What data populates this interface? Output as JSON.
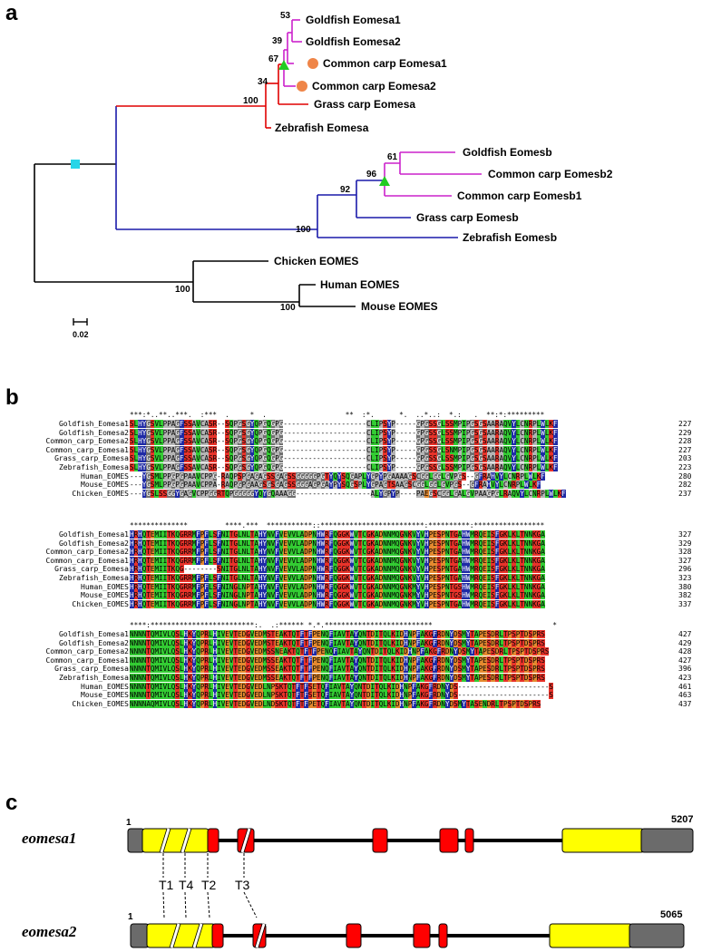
{
  "panels": [
    "a",
    "b",
    "c"
  ],
  "tree": {
    "leaves": [
      "Goldfish Eomesa1",
      "Goldfish Eomesa2",
      "Common carp Eomesa1",
      "Common carp Eomesa2",
      "Grass carp Eomesa",
      "Zebrafish Eomesa",
      "Goldfish Eomesb",
      "Common carp Eomesb2",
      "Common carp Eomesb1",
      "Grass carp Eomesb",
      "Zebrafish Eomesb",
      "Chicken EOMES",
      "Human EOMES",
      "Mouse EOMES"
    ],
    "bootstrap": [
      "53",
      "39",
      "67",
      "34",
      "100",
      "61",
      "96",
      "92",
      "100",
      "100",
      "100"
    ],
    "scale_label": "0.02",
    "colors": {
      "eomesa": "#e00000",
      "eomesb": "#1a1aaa",
      "teleost_dup": "#cc22cc",
      "other": "#000000",
      "marker_square": "#27d5e8",
      "marker_triangle": "#22cc22",
      "marker_circle": "#ef8548"
    }
  },
  "alignment": {
    "blocks": [
      {
        "conservation": "***:*..**..***.  :***  .     *  .                   **  :*.      *.  ..*..:  *.:   .  **:*:*********",
        "rows": [
          {
            "name": "Goldfish_Eomesa1",
            "seq": "SLHYGSVLPPAGFSSAVCASR--SQPGSGYQPGQGPG--------------------CLIPSYP-----GPGSSGLSSMPIPGSGSAARAQVYLCNRPLWLKF",
            "end": "227"
          },
          {
            "name": "Goldfish_Eomesa2",
            "seq": "SLHYGSVLPPAGFSSAVCASR--SQPGSGYQPGQGPG--------------------CLIPSYP-----GPGSSGLSSMPIPGSGSAARAQVYLCNRPLWLKF",
            "end": "229"
          },
          {
            "name": "Common_carp_Eomesa2",
            "seq": "SLHYGSVLPPAGFSSAVCASR--SQPGSGYQPGQGPG--------------------CLIPSYP-----GPGSSGLSSMPIPGSGSAARAQVYLCNRPLWLKF",
            "end": "228"
          },
          {
            "name": "Common_carp_Eomesa1",
            "seq": "SLHYGSVLPPAGFSSAVCASR--SQPGSGYQPGQGPG--------------------CLIPSYP-----GPGSSGLSNMPIPGSGSAARAQVYLCNRPLWLKF",
            "end": "227"
          },
          {
            "name": "Grass_carp_Eomesa",
            "seq": "SLHYGSVLPPAGFSSAVCASR--SQPGSGYQPGQGPG--------------------CLIPSYP-----GPGSSGLSSMPIPGSGSAARAQVYLCNRPLWLKF",
            "end": "203"
          },
          {
            "name": "Zebrafish_Eomesa",
            "seq": "SLHYGSVLPPAGFSSAVCASR--SQPGSGYQPGQGPG--------------------CLIPSYP-----GPGSSGLSSMPIPGSGSAARAQVYLCNRPLWLKF",
            "end": "223"
          },
          {
            "name": "Human_EOMES",
            "seq": "---YGSMLPPGPGPAAVCPPG-RAQPSPGAGAGSSGAGSSGGGGGPGTYQYSQGAPLYGPYPGAAAAGSCGGLGGLGVPGS--GFRAHVYLCNRPLWLKF",
            "end": "280"
          },
          {
            "name": "Mouse_EOMES",
            "seq": "---YGSMLPPGPGPAAVCPPA-RAQPGPGAAGSGSGAGSSGGGAGPGAYPYSQGSPLYGPAGTSAAGSCGGLGGLGVPGS--GFRAHVYLCNRPLWLKF",
            "end": "282"
          },
          {
            "name": "Chicken_EOMES",
            "seq": "---YGSLSSGGYGAGVCPPGGRTQPGGGGGYQYGQAAAGG------------------ALYGPYP----PAEGSCGGLGALGVPAAGPGLRAQVYLCNRPLWLKF",
            "end": "237"
          }
        ]
      },
      {
        "conservation": "**************         ****.***  ***********::*************************:**********:*****************",
        "rows": [
          {
            "name": "Goldfish_Eomesa1",
            "seq": "HRHQTEMIITKQGRRMFPFLSFNITGLNLTAHYNVFVEVVLADPNHWRFQGGKWVTCGKADNNMQGNKVYVHPESPNTGAHWMRQEISFGKLKLTNNKGA",
            "end": "327"
          },
          {
            "name": "Goldfish_Eomesa2",
            "seq": "HRHQTEMIITKQGRRMFPFLSFNITGLNLTAHYNVFVEVVLADPNHWRFQGGKWVTCGKADNNMQGNKVYVHPESPNTGAHWMRQEISFGKLKLTNNKGA",
            "end": "329"
          },
          {
            "name": "Common_carp_Eomesa2",
            "seq": "HRHQTEMIITKQGRRMFPFLSFNITGLNLTAHYNVFVEVVLADPNHWRFQGGKWVTCGKADNNMQGNKVYVHPESPNTGAHWMRQEISFGKLKLTNNKGA",
            "end": "328"
          },
          {
            "name": "Common_carp_Eomesa1",
            "seq": "HRHQTEMIITKQGRRMFPFLSFNITGLNLTAHYNVFVEVVLADPNHWRFQGGKWVTCGKADNNMQGNKVYVHPESPNTGAHWMRQEISFGKLKLTNNKGA",
            "end": "327"
          },
          {
            "name": "Grass_carp_Eomesa",
            "seq": "HRHQTEMIITKQG--------SNITGLNLTAHYNVFVEVVLADPNHWRFQGGKWVTCGKADNNMQGNKVYVHPESPNTGAHWMRQEISFGKLKLTNNKGA",
            "end": "296"
          },
          {
            "name": "Zebrafish_Eomesa",
            "seq": "HRHQTEMIITKQGRRMFPFLSFNITGLNLTAHYNVFVEVVLADPNHWRFQGGKWVTCGKADNNMQGNKVYVHPESPNTGAHWMRQEISFGKLKLTNNKGA",
            "end": "323"
          },
          {
            "name": "Human_EOMES",
            "seq": "HRHQTEMIITKQGRRMFPFLSFNINGLNPTAHYNVFVEVVLADPNHWRFQGGKWVTCGKADNNMQGNKMYVHPESPNTGSHWMRQEISFGKLKLTNNKGA",
            "end": "380"
          },
          {
            "name": "Mouse_EOMES",
            "seq": "HRHQTEMIITKQGRRMFPFLSFNINGLNPTAHYNVFVEVVLADPNHWRFQGGKWVTCGKADNNMQGNKMYVHPESPNTGSHWMRQEISFGKLKLTNNKGA",
            "end": "382"
          },
          {
            "name": "Chicken_EOMES",
            "seq": "HRHQTEMIITKQGRRMFPFLSFNINGLNPTAHYNVFVEVVLADPNHWRFQGGKWVTCGKADNNMQGNKMYVHPESPNTGAHWMRQEISFGKLKLTNNKGA",
            "end": "337"
          }
        ]
      },
      {
        "conservation": "****:*************************:.  .:****** *.*.**************************                             *",
        "rows": [
          {
            "name": "Goldfish_Eomesa1",
            "seq": "NNNNTQMIVLQSLHKYQPRLHIVEVTEDGVEDMSTEAKTQTFTFPENQFIAVTAYQNTDITQLKIDHNPFAKGFRDNYDSMYTAPESDRLTPSPTDSPRS",
            "end": "427"
          },
          {
            "name": "Goldfish_Eomesa2",
            "seq": "NNNNTQMIVLQSLHKYQPRLHIVEVTEDGVEDMSTEAKTQTFTFPENQFIAVTAYQNTDITQLKIDHNPFAKGFRDNYDSMYTAPESDRLTPSPTDSPRS",
            "end": "429"
          },
          {
            "name": "Common_carp_Eomesa2",
            "seq": "NNNNTQMIVLQSLHKYQPRLHIVEVTEDGVEDMSSNEAKTQTFTFPENQFIAVTAYQNTDITQLKIDHNPFAKGFRDNYDSMYTAPESDRLTPSPTDSPRS",
            "end": "428"
          },
          {
            "name": "Common_carp_Eomesa1",
            "seq": "NNNNTQMIVLQSLHKYQPRLHIVEVTEDGVEDMSSEAKTQTFTFPENQFIAVTAYQNTDITQLKIDHNPFAKGFRDNYDSMYTAPESDRLTPSPTDSPRS",
            "end": "427"
          },
          {
            "name": "Grass_carp_Eomesa",
            "seq": "NNNNTQMIVLQSLHKYQPRLHIVEVTEDGVEDMSSEAKTQTFTFPENQFIAVTAYQNTDITQLKIDHNPFAKGFRDNYDSMYTAPESDRLTPSPTDSPRS",
            "end": "396"
          },
          {
            "name": "Zebrafish_Eomesa",
            "seq": "NNNNTQMIVLQSLHKYQPRLHIVEVTEDGVEDMSSEAKTQTFTFPENQFIAVTAYQNTDITQLKIDHNPFAKGFRDNYDSMYTAPESDRLTPSPTDSPRS",
            "end": "423"
          },
          {
            "name": "Human_EOMES",
            "seq": "NNNNTQMIVLQSLHKYQPRLHIVEVTEDGVEDLNPSKTQTFTFSETQFIAVTAYQNTDITQLKIDHNPFAKGFRDNYDS----------------------S",
            "end": "461"
          },
          {
            "name": "Mouse_EOMES",
            "seq": "NNNNTQMIVLQSLHKYQPRLHIVEVTEDGVEDLNPSKTQTFTFSETQFIAVTAYQNTDITQLKIDHNPFAKGFRDNYDS----------------------S",
            "end": "463"
          },
          {
            "name": "Chicken_EOMES",
            "seq": "NNNNAQMIVLQSLHKYQPRLHIVEVTEDGVEDLNDSKTQTFTFPETQFIAVTAYQNTDITQLKIDHNPFAKGFRDNYDSMYTASENDRLTPSPTDSPRS",
            "end": "437"
          }
        ]
      }
    ],
    "residue_colors": {
      "basic": "#e8332a",
      "hydrophobic_green": "#33cc33",
      "acidic_orange": "#e58a2f",
      "aromatic_blue": "#1e2aa5",
      "polar_gray": "#b4b4b4",
      "dark_gray": "#707070",
      "black": "#111111"
    }
  },
  "genes": [
    {
      "name": "eomesa1",
      "start_label": "1",
      "end_label": "5207"
    },
    {
      "name": "eomesa2",
      "start_label": "1",
      "end_label": "5065"
    }
  ],
  "tale_labels": [
    "T1",
    "T4",
    "T2",
    "T3"
  ],
  "gene_colors": {
    "utr": "#6b6b6b",
    "cds_yellow": "#ffff00",
    "exon_red": "#ff0000",
    "intron": "#000000"
  }
}
